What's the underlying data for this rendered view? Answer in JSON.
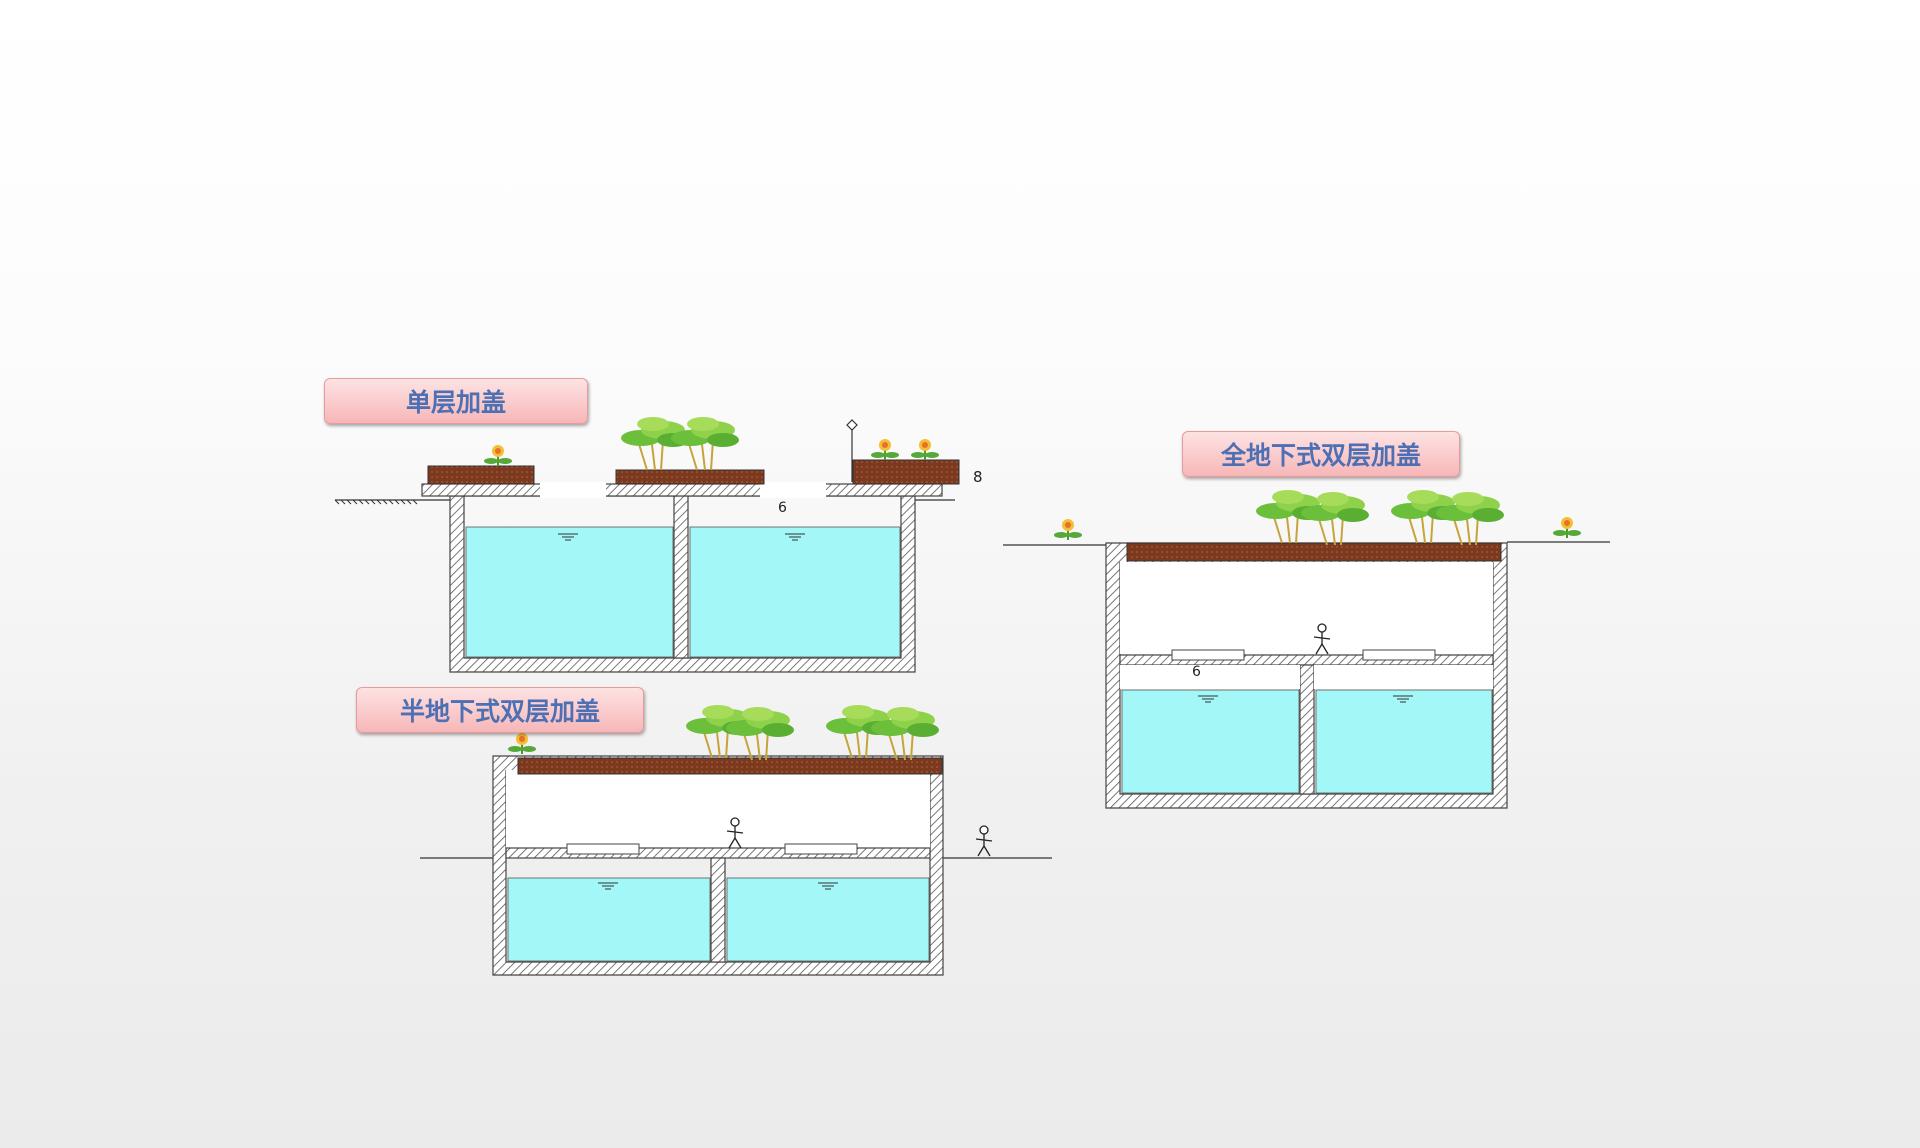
{
  "labels": {
    "single_cover": "单层加盖",
    "semi_underground": "半地下式双层加盖",
    "full_underground": "全地下式双层加盖"
  },
  "marks": {
    "single_tank_mark": "6",
    "single_right_mark": "8",
    "full_tank_mark": "6"
  },
  "colors": {
    "water": "#a3f7f7",
    "soil": "#7b3a1f",
    "label_text": "#4d6fb3",
    "label_bg": "#f7b6b8"
  }
}
